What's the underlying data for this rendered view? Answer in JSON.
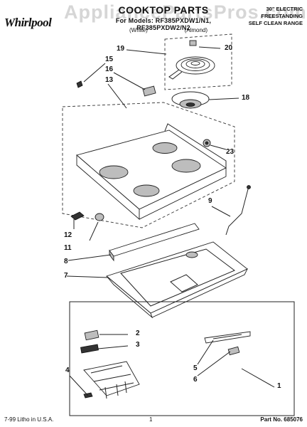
{
  "header": {
    "brand": "Whirlpool",
    "watermark": "AppliancePartsPros.com",
    "title": "COOKTOP PARTS",
    "models": "For Models: RF385PXDW1/N1, RF385PXDW2/N2",
    "color_white": "(White)",
    "color_almond": "(Almond)",
    "range_line1": "30\" ELECTRIC",
    "range_line2": "FREESTANDING",
    "range_line3": "SELF CLEAN RANGE"
  },
  "callouts": {
    "c19": "19",
    "c15": "15",
    "c16": "16",
    "c13": "13",
    "c20": "20",
    "c18": "18",
    "c23": "23",
    "c9": "9",
    "c12": "12",
    "c11": "11",
    "c8": "8",
    "c7": "7",
    "c2": "2",
    "c3": "3",
    "c4": "4",
    "c5": "5",
    "c6": "6",
    "c1": "1"
  },
  "footer": {
    "left": "7-99 Litho in U.S.A.",
    "page": "1",
    "part_no": "Part No. 685076"
  }
}
